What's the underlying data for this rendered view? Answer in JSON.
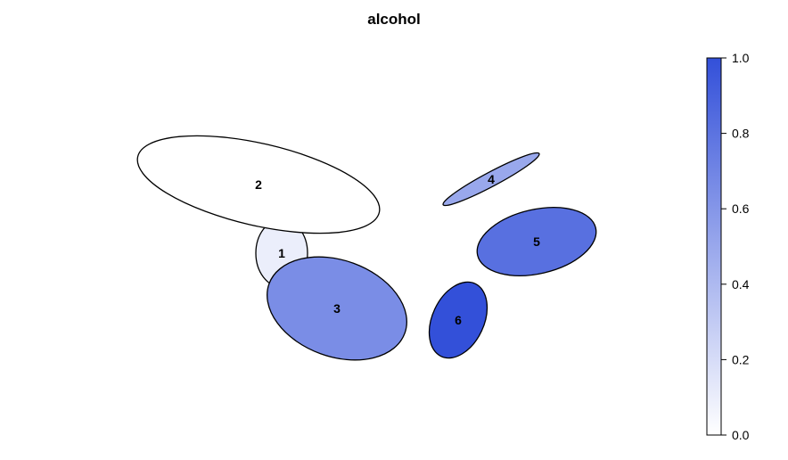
{
  "chart_data": {
    "type": "ellipse-map",
    "title": "alcohol",
    "color_scale": {
      "min": 0.0,
      "max": 1.0,
      "low_color": "#ffffff",
      "high_color": "#3350d9",
      "ticks": [
        0.0,
        0.2,
        0.4,
        0.6,
        0.8,
        1.0
      ],
      "tick_labels": [
        "0.0",
        "0.2",
        "0.4",
        "0.6",
        "0.8",
        "1.0"
      ]
    },
    "nodes": [
      {
        "label": "1",
        "value": 0.1
      },
      {
        "label": "2",
        "value": 0.0
      },
      {
        "label": "3",
        "value": 0.65
      },
      {
        "label": "4",
        "value": 0.5
      },
      {
        "label": "5",
        "value": 0.82
      },
      {
        "label": "6",
        "value": 1.0
      }
    ]
  }
}
